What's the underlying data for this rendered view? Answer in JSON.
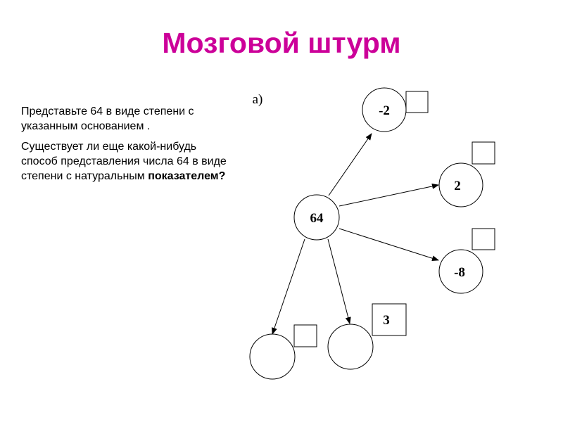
{
  "title": "Мозговой штурм",
  "text": {
    "paragraph1": "Представьте 64 в виде степени с  указанным основанием .",
    "paragraph2_plain": " Существует ли еще какой-нибудь способ представления числа 64 в виде степени с натуральным ",
    "paragraph2_bold": "показателем?"
  },
  "diagram": {
    "label": "а)",
    "center": "64",
    "nodes": [
      {
        "base": "-2",
        "exponent": ""
      },
      {
        "base": "2",
        "exponent": ""
      },
      {
        "base": "-8",
        "exponent": ""
      },
      {
        "base": "",
        "exponent": ""
      },
      {
        "base": "",
        "exponent": "3"
      }
    ]
  },
  "colors": {
    "title": "#cc0099"
  }
}
